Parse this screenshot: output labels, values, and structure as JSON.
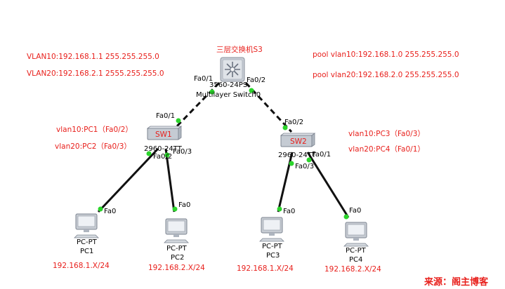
{
  "colors": {
    "annotation": "#e8201c",
    "link": "#111111",
    "port_up": "#2bd42b",
    "switch_label": "#e8201c"
  },
  "devices": {
    "s3": {
      "title": "三层交换机S3",
      "model": "3560-24PS",
      "name": "Multilayer Switch0",
      "icon": "multilayer-switch-icon"
    },
    "sw1": {
      "label": "SW1",
      "model": "2960-24TT",
      "icon": "switch-icon"
    },
    "sw2": {
      "label": "SW2",
      "model": "2960-24TT",
      "icon": "switch-icon"
    },
    "pc1": {
      "type": "PC-PT",
      "name": "PC1",
      "ip": "192.168.1.X/24",
      "port": "Fa0",
      "icon": "pc-icon"
    },
    "pc2": {
      "type": "PC-PT",
      "name": "PC2",
      "ip": "192.168.2.X/24",
      "port": "Fa0",
      "icon": "pc-icon"
    },
    "pc3": {
      "type": "PC-PT",
      "name": "PC3",
      "ip": "192.168.1.X/24",
      "port": "Fa0",
      "icon": "pc-icon"
    },
    "pc4": {
      "type": "PC-PT",
      "name": "PC4",
      "ip": "192.168.2.X/24",
      "port": "Fa0",
      "icon": "pc-icon"
    }
  },
  "ports": {
    "s3_fa01": "Fa0/1",
    "s3_fa02": "Fa0/2",
    "sw1_fa01": "Fa0/1",
    "sw1_fa02": "Fa0/2",
    "sw1_fa03": "Fa0/3",
    "sw2_fa02": "Fa0/2",
    "sw2_fa01": "Fa0/1",
    "sw2_fa03": "Fa0/3"
  },
  "annotations": {
    "vlan10_ip": "VLAN10:192.168.1.1 255.255.255.0",
    "vlan20_ip": "VLAN20:192.168.2.1 2555.255.255.0",
    "pool_vlan10": "pool vlan10:192.168.1.0 255.255.255.0",
    "pool_vlan20": "pool vlan20:192.168.2.0 255.255.255.0",
    "sw1_vlan10": "vlan10:PC1（Fa0/2）",
    "sw1_vlan20": "vlan20:PC2（Fa0/3）",
    "sw2_vlan10": "vlan10:PC3（Fa0/3）",
    "sw2_vlan20": "vlan20:PC4（Fa0/1）"
  },
  "source": "来源：阁主博客"
}
